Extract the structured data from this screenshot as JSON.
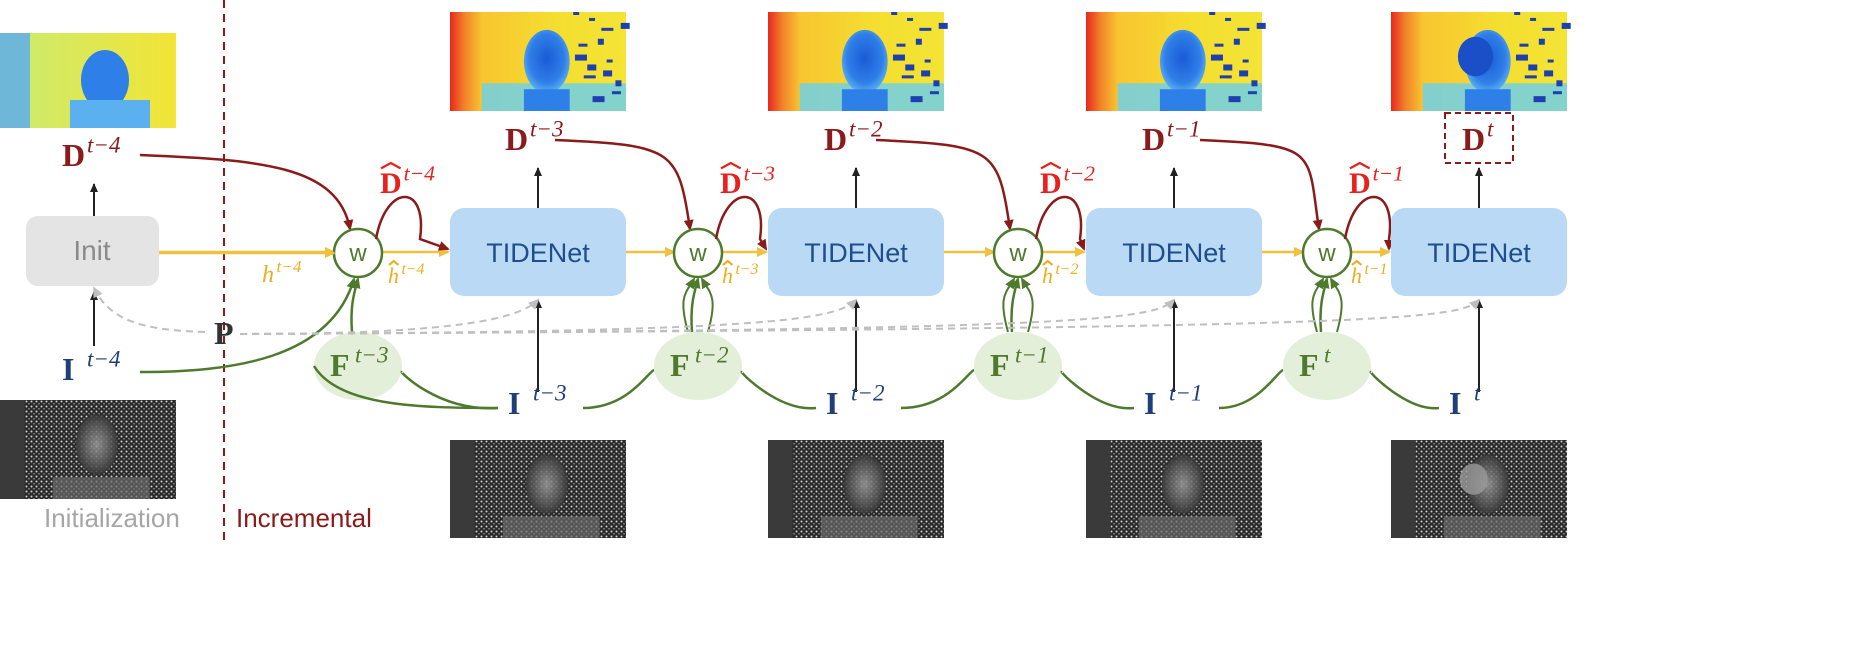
{
  "diagram": {
    "init_label": "Init",
    "net_label": "TIDENet",
    "w_label": "w",
    "p_label": "P",
    "phase_labels": {
      "initialization": "Initialization",
      "incremental": "Incremental"
    },
    "init_depth": {
      "base": "D",
      "sup": "t−4"
    },
    "init_hidden": {
      "base": "h",
      "sup": "t−4"
    },
    "init_image": {
      "base": "I",
      "sup": "t−4"
    },
    "stages": [
      {
        "depth_in": {
          "base": "D",
          "sup": "t−4"
        },
        "depth_hat": {
          "base": "D",
          "sup": "t−4"
        },
        "hidden_hat": {
          "base": "h",
          "sup": "t−4"
        },
        "flow": {
          "base": "F",
          "sup": "t−3"
        },
        "image": {
          "base": "I",
          "sup": "t−3"
        },
        "depth_out": {
          "base": "D",
          "sup": "t−3"
        }
      },
      {
        "depth_in": {
          "base": "D",
          "sup": "t−3"
        },
        "depth_hat": {
          "base": "D",
          "sup": "t−3"
        },
        "hidden_hat": {
          "base": "h",
          "sup": "t−3"
        },
        "flow": {
          "base": "F",
          "sup": "t−2"
        },
        "image": {
          "base": "I",
          "sup": "t−2"
        },
        "depth_out": {
          "base": "D",
          "sup": "t−2"
        }
      },
      {
        "depth_in": {
          "base": "D",
          "sup": "t−2"
        },
        "depth_hat": {
          "base": "D",
          "sup": "t−2"
        },
        "hidden_hat": {
          "base": "h",
          "sup": "t−2"
        },
        "flow": {
          "base": "F",
          "sup": "t−1"
        },
        "image": {
          "base": "I",
          "sup": "t−1"
        },
        "depth_out": {
          "base": "D",
          "sup": "t−1"
        }
      },
      {
        "depth_in": {
          "base": "D",
          "sup": "t−1"
        },
        "depth_hat": {
          "base": "D",
          "sup": "t−1"
        },
        "hidden_hat": {
          "base": "h",
          "sup": "t−1"
        },
        "flow": {
          "base": "F",
          "sup": "t"
        },
        "image": {
          "base": "I",
          "sup": "t"
        },
        "depth_out": {
          "base": "D",
          "sup": "t"
        }
      }
    ],
    "colors": {
      "depth": "#8B1A1A",
      "depth_hat": "#E8201E",
      "hidden": "#F0C040",
      "flow": "#4E7A2E",
      "flow_fill": "#E3EFD9",
      "image": "#1F3F7A",
      "net_fill": "#B9D9F5",
      "net_text": "#1F4E8C",
      "init_fill": "#E4E4E4",
      "init_text": "#8A8A8A",
      "phase_init": "#A6A6A6",
      "phase_incr": "#8B1A1A",
      "pose_line": "#BFBFBF"
    }
  }
}
